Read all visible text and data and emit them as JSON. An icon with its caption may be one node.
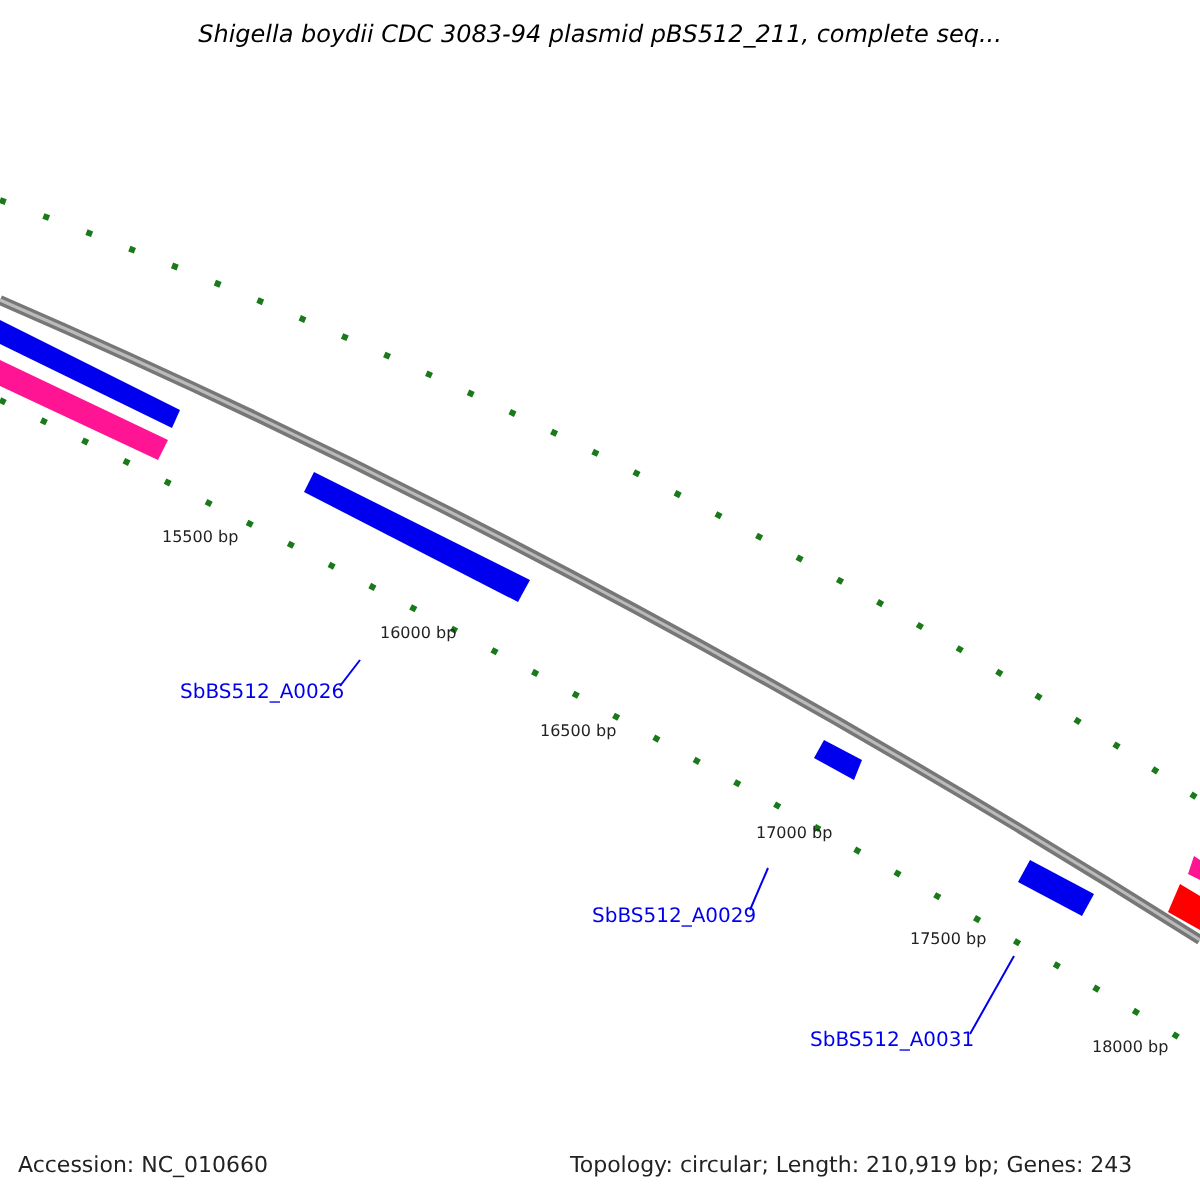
{
  "diagram": {
    "title": "Shigella boydii CDC 3083-94 plasmid pBS512_211, complete seq...",
    "nodes": [
      {
        "text": [
          "SbBS512_A0026"
        ]
      },
      {
        "text": [
          "SbBS512_A0029"
        ]
      },
      {
        "text": [
          "SbBS512_A0031"
        ]
      }
    ],
    "edges": [
      {
        "from": 0,
        "to": null,
        "arrow": "none"
      },
      {
        "from": 1,
        "to": null,
        "arrow": "none"
      },
      {
        "from": 2,
        "to": null,
        "arrow": "none"
      }
    ],
    "labels": [
      "15500 bp",
      "16000 bp",
      "16500 bp",
      "17000 bp",
      "17500 bp",
      "18000 bp",
      "Accession: NC_010660",
      "Topology: circular; Length: 210,919 bp; Genes: 243"
    ]
  }
}
